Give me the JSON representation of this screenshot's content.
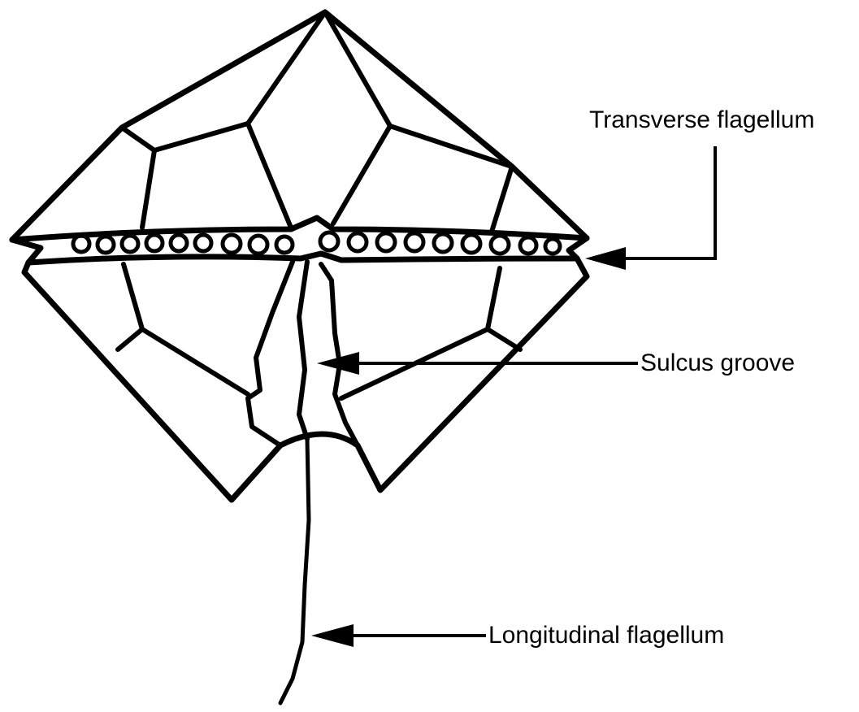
{
  "labels": {
    "transverse": "Transverse flagellum",
    "sulcus": "Sulcus groove",
    "longitudinal": "Longitudinal flagellum"
  },
  "colors": {
    "ink": "#000000",
    "background": "#ffffff"
  }
}
